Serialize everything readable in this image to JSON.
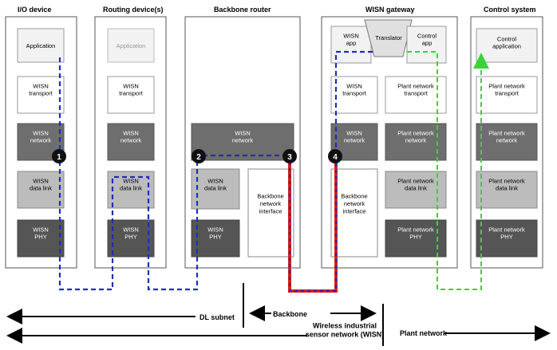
{
  "columns": {
    "io": {
      "title": "I/O device",
      "layers": [
        "Application",
        "WISN\ntransport",
        "WISN\nnetwork",
        "WISN\ndata link",
        "WISN\nPHY"
      ]
    },
    "routing": {
      "title": "Routing device(s)",
      "layers": [
        "Application",
        "WISN\ntransport",
        "WISN\nnetwork",
        "WISN\ndata link",
        "WISN\nPHY"
      ]
    },
    "backbone": {
      "title": "Backbone router",
      "layers": [
        "WISN\nnetwork",
        "WISN\ndata link",
        "WISN\nPHY",
        "Backbone\nnetwork\ninterface"
      ]
    },
    "gateway": {
      "title": "WISN gateway",
      "layers": [
        "WISN\napp",
        "Translator",
        "Control\napp",
        "WISN\ntransport",
        "Plant network\ntransport",
        "WISN\nnetwork",
        "Plant network\nnetwork",
        "Backbone\nnetwork\ninterface",
        "Plant network\ndata link",
        "Plant network\nPHY"
      ]
    },
    "control": {
      "title": "Control system",
      "layers": [
        "Control\napplication",
        "Plant network\ntransport",
        "Plant network\nnetwork",
        "Plant network\ndata link",
        "Plant network\nPHY"
      ]
    }
  },
  "markers": [
    "1",
    "2",
    "3",
    "4"
  ],
  "bottom": {
    "dl_subnet": "DL subnet",
    "backbone": "Backbone",
    "wisn": "Wireless industrial\nsensor network (WISN)",
    "plant": "Plant network"
  },
  "colors": {
    "dark": "#6e6e6e",
    "darkest": "#555555",
    "light": "#bcbcbc",
    "blue_path": "#1f2fb8",
    "red_path": "#d42020",
    "green_path": "#39d339"
  }
}
